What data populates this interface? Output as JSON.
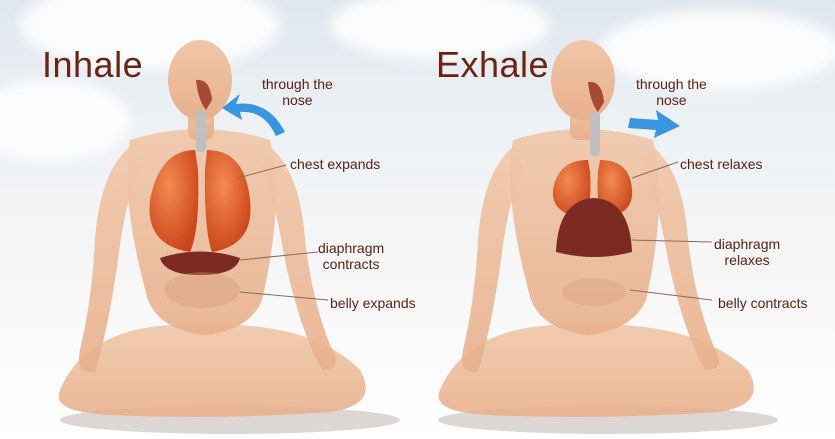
{
  "panels": [
    {
      "title": "Inhale",
      "labels": {
        "nose_line1": "through the",
        "nose_line2": "nose",
        "chest": "chest expands",
        "diaphragm_line1": "diaphragm",
        "diaphragm_line2": "contracts",
        "belly": "belly expands"
      },
      "arrow_icon": "curved-arrow-icon"
    },
    {
      "title": "Exhale",
      "labels": {
        "nose_line1": "through the",
        "nose_line2": "nose",
        "chest": "chest relaxes",
        "diaphragm_line1": "diaphragm",
        "diaphragm_line2": "relaxes",
        "belly": "belly contracts"
      },
      "arrow_icon": "straight-arrow-icon"
    }
  ],
  "colors": {
    "title": "#6b2314",
    "label": "#5a1e12",
    "skin": "#f2c3a3",
    "lung": "#e2582a",
    "diaphragm": "#7c2a22",
    "arrow": "#3a95e0"
  }
}
